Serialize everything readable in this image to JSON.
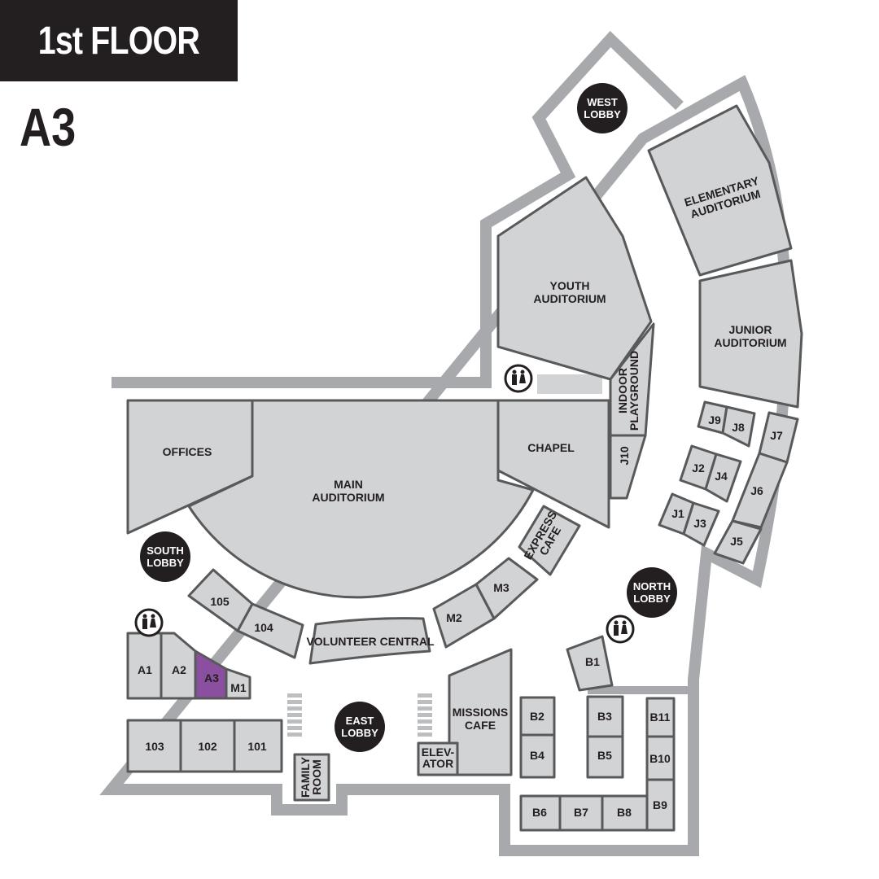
{
  "header": {
    "floor_title": "1st FLOOR",
    "location_code": "A3"
  },
  "colors": {
    "room_fill": "#d1d3d4",
    "room_stroke": "#58595b",
    "wall": "#a7a9ac",
    "highlight": "#8a4f9e",
    "lobby": "#231f20"
  },
  "highlighted_room": "A3",
  "rooms": {
    "offices": "OFFICES",
    "main_auditorium": [
      "MAIN",
      "AUDITORIUM"
    ],
    "chapel": "CHAPEL",
    "youth_auditorium": [
      "YOUTH",
      "AUDITORIUM"
    ],
    "indoor_playground": [
      "INDOOR",
      "PLAYGROUND"
    ],
    "j10": "J10",
    "elementary_auditorium": [
      "ELEMENTARY",
      "AUDITORIUM"
    ],
    "junior_auditorium": [
      "JUNIOR",
      "AUDITORIUM"
    ],
    "j1": "J1",
    "j2": "J2",
    "j3": "J3",
    "j4": "J4",
    "j5": "J5",
    "j6": "J6",
    "j7": "J7",
    "j8": "J8",
    "j9": "J9",
    "express_cafe": [
      "EXPRESS",
      "CAFE"
    ],
    "m1": "M1",
    "m2": "M2",
    "m3": "M3",
    "volunteer_central": "VOLUNTEER CENTRAL",
    "r104": "104",
    "r105": "105",
    "a1": "A1",
    "a2": "A2",
    "a3": "A3",
    "r101": "101",
    "r102": "102",
    "r103": "103",
    "family_room": [
      "FAMILY",
      "ROOM"
    ],
    "elevator": [
      "ELEV-",
      "ATOR"
    ],
    "missions_cafe": [
      "MISSIONS",
      "CAFE"
    ],
    "b1": "B1",
    "b2": "B2",
    "b3": "B3",
    "b4": "B4",
    "b5": "B5",
    "b6": "B6",
    "b7": "B7",
    "b8": "B8",
    "b9": "B9",
    "b10": "B10",
    "b11": "B11"
  },
  "lobbies": {
    "west": [
      "WEST",
      "LOBBY"
    ],
    "south": [
      "SOUTH",
      "LOBBY"
    ],
    "east": [
      "EAST",
      "LOBBY"
    ],
    "north": [
      "NORTH",
      "LOBBY"
    ]
  },
  "icons": {
    "restroom": "restroom-icon",
    "stairs": "stairs-icon"
  }
}
